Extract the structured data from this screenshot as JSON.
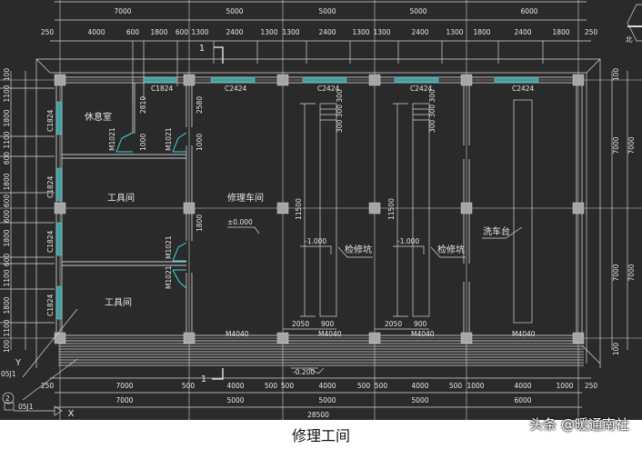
{
  "drawing": {
    "dims": {
      "top_axis": [
        "7000",
        "5000",
        "5000",
        "5000",
        "6000"
      ],
      "top_detail": [
        "250",
        "4000",
        "600",
        "1800",
        "600",
        "1300",
        "2400",
        "1300",
        "1300",
        "2400",
        "1300",
        "1300",
        "2400",
        "1300",
        "1800",
        "2400",
        "1800",
        "250"
      ],
      "bottom_detail": [
        "250",
        "7000",
        "500",
        "4000",
        "500",
        "500",
        "4000",
        "500",
        "500",
        "4000",
        "500",
        "1000",
        "4000",
        "1000",
        "250"
      ],
      "bottom_axis": [
        "7000",
        "5000",
        "5000",
        "5000",
        "6000"
      ],
      "bottom_total": "28500",
      "left": [
        "100",
        "1100",
        "1800",
        "1100",
        "600",
        "1800",
        "600",
        "600",
        "1800",
        "600",
        "1100",
        "1800",
        "1100",
        "100"
      ],
      "right_inner": [
        "100",
        "7000",
        "7000",
        "100"
      ],
      "right_outer": [
        "7000",
        "7000"
      ]
    },
    "rooms": {
      "rest_room": "休息室",
      "tool_room_1": "工具间",
      "tool_room_2": "工具间",
      "repair_hall": "修理车间",
      "pit_1": "检修坑",
      "pit_2": "检修坑",
      "wash_platform": "洗车台"
    },
    "labels": {
      "elev_floor": "±0.000",
      "elev_pit_1": "-1.000",
      "elev_pit_2": "-1.000",
      "elev_outside": "-0.200",
      "win_c1824_top": "C1824",
      "win_c2424": [
        "C2424",
        "C2424",
        "C2424",
        "C2424"
      ],
      "win_left": [
        "C1824",
        "C1824",
        "C1824",
        "C1824"
      ],
      "door_m1021": [
        "M1021",
        "M1021",
        "M1021",
        "M1021"
      ],
      "door_m4040": [
        "M4040",
        "M4040",
        "M4040",
        "M4040"
      ],
      "dim_2810": "2810",
      "dim_2580": "2580",
      "dim_1000": [
        "1000",
        "1000"
      ],
      "dim_1800": "1800",
      "dim_11500": [
        "11500",
        "11500"
      ],
      "dim_2050": [
        "2050",
        "2050"
      ],
      "dim_900": [
        "900",
        "900"
      ],
      "dim_300": [
        "300 300 300",
        "300 300 300"
      ],
      "section_mark": [
        "1",
        "1"
      ],
      "axis_x": "X",
      "axis_y": "Y",
      "north": "北",
      "detail_ref": [
        "05J1",
        "05J1"
      ],
      "detail_num": "2"
    }
  },
  "caption": "修理工间",
  "watermark": "头条 @暖通南社",
  "colors": {
    "background": "#2a2a2a",
    "window": "#2aa3a3",
    "door": "#3fd6e0",
    "line": "#d8d8d8"
  }
}
